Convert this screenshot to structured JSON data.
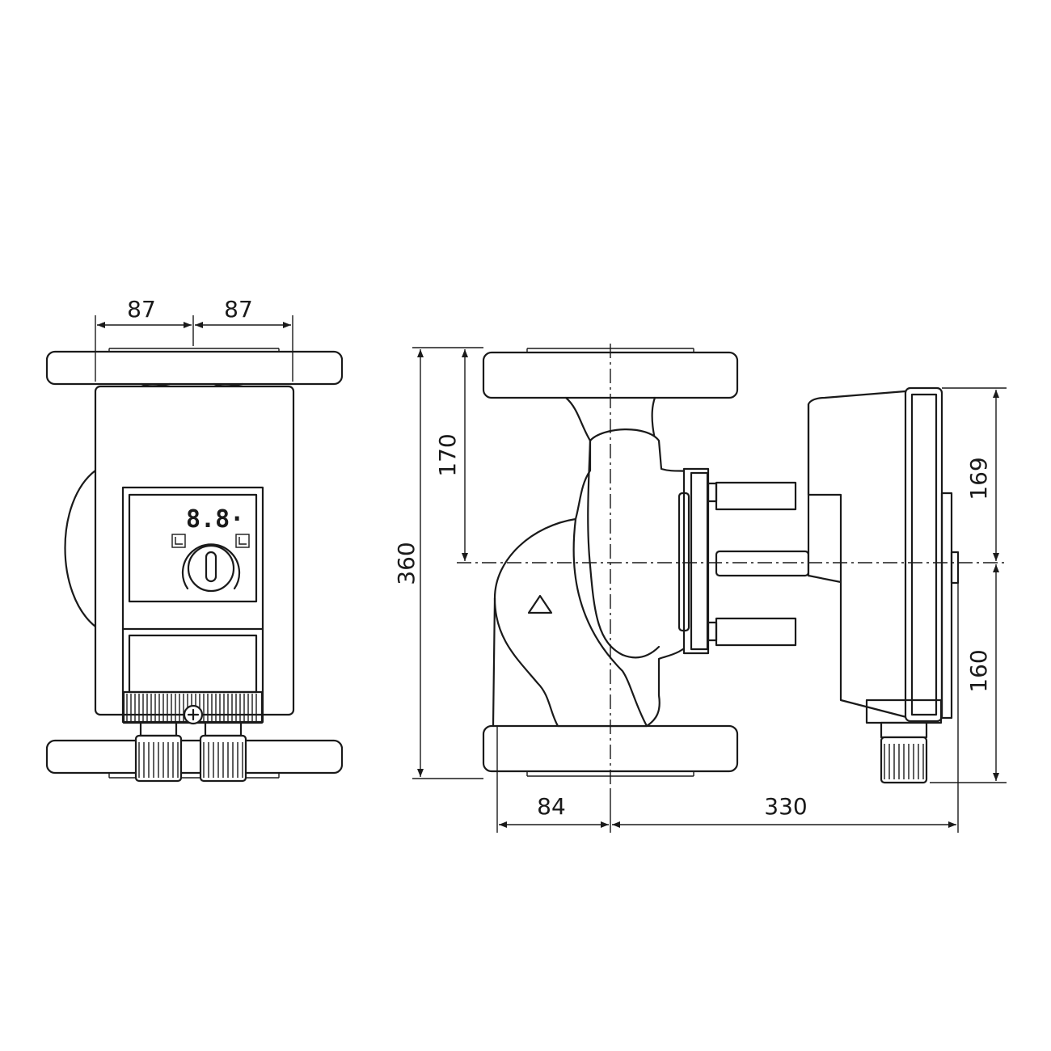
{
  "drawing": {
    "front_view": {
      "display_readout": "8.8·",
      "dim_left_half": "87",
      "dim_right_half": "87"
    },
    "side_view": {
      "dim_total_height": "360",
      "dim_flange_to_axis": "170",
      "dim_module_above_axis": "169",
      "dim_module_below_axis": "160",
      "dim_inlet_to_axis": "84",
      "dim_axis_to_module": "330"
    },
    "colors": {
      "line": "#1a1a1a",
      "background": "#ffffff"
    }
  }
}
